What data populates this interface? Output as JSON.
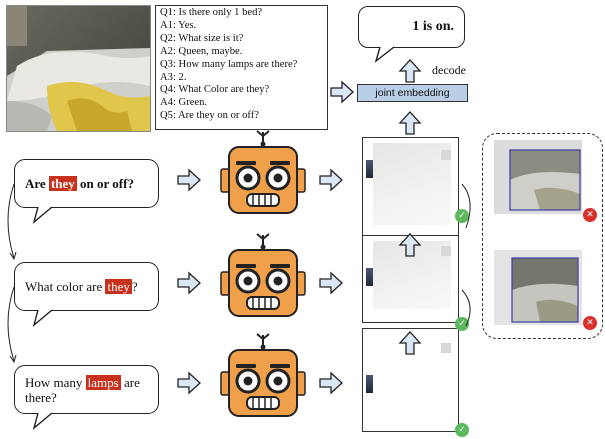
{
  "dialog": {
    "lines": [
      "Q1: Is there only 1 bed?",
      "A1: Yes.",
      "Q2: What size is it?",
      "A2: Queen, maybe.",
      "Q3: How many lamps are there?",
      "A3: 2.",
      "Q4: What Color are they?",
      "A4: Green.",
      "Q5: Are they on or off?"
    ]
  },
  "questions": [
    {
      "pre": "Are ",
      "hl": "they",
      "post": " on or off?"
    },
    {
      "pre": "What color are ",
      "hl": "they",
      "post": "?"
    },
    {
      "pre": "How many ",
      "hl": "lamps",
      "post": " are there?"
    }
  ],
  "answer": "1 is on.",
  "joint_label": "joint embedding",
  "decode_label": "decode",
  "colors": {
    "highlight": "#c8321d",
    "arrow_fill": "#dbe7f5",
    "joint_fill": "#b9cfe8",
    "robot_orange": "#f0a04b",
    "check_green": "#5cb85c",
    "cross_red": "#d9302c"
  }
}
